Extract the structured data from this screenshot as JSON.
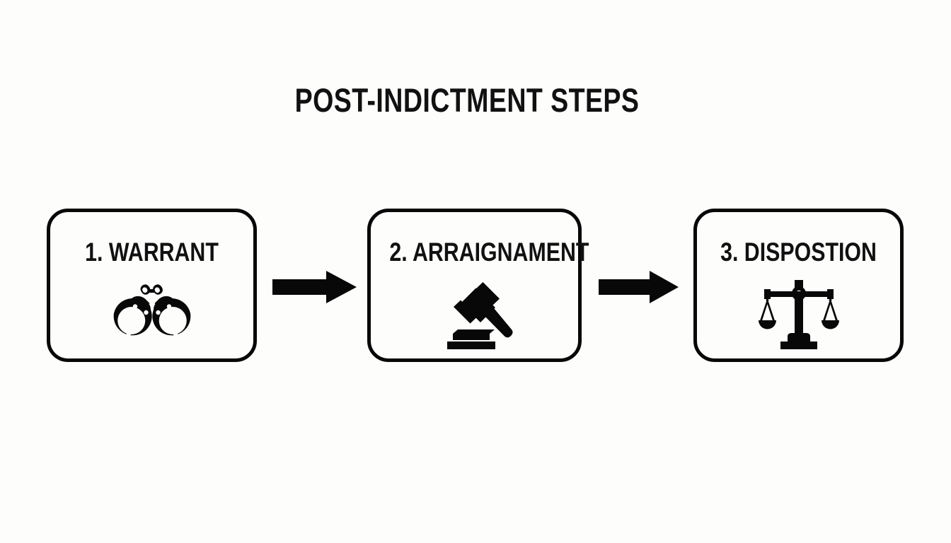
{
  "page": {
    "title": "POST-INDICTMENT STEPS",
    "background_color": "#fdfdfc",
    "ink_color": "#080808"
  },
  "flow": {
    "type": "process-flow",
    "direction": "left-to-right",
    "step_count": 3,
    "steps": [
      {
        "number": "1",
        "label": "1. WARRANT",
        "icon": "handcuffs-icon"
      },
      {
        "number": "2",
        "label": "2. ARRAIGNAMENT",
        "icon": "gavel-icon"
      },
      {
        "number": "3",
        "label": "3. DISPOSTION",
        "icon": "scales-of-justice-icon"
      }
    ],
    "connectors": [
      {
        "name": "arrow-1",
        "icon": "arrow-right-icon"
      },
      {
        "name": "arrow-2",
        "icon": "arrow-right-icon"
      }
    ]
  }
}
